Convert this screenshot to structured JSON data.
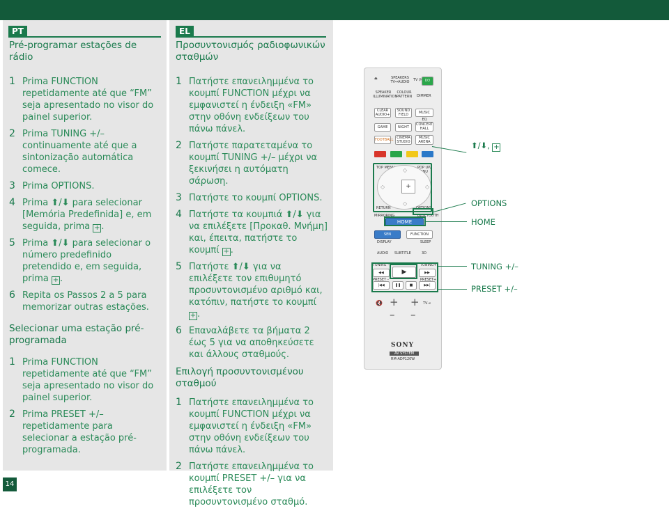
{
  "page_number": "14",
  "pt": {
    "lang": "PT",
    "title": "Pré-programar estações de rádio",
    "steps": [
      {
        "n": "1",
        "t": "Prima FUNCTION repetidamente até que “FM” seja apresentado no visor do painel superior."
      },
      {
        "n": "2",
        "t": "Prima TUNING +/– continuamente até que a sintonização automática comece."
      },
      {
        "n": "3",
        "t": "Prima OPTIONS."
      },
      {
        "n": "4",
        "t": "Prima ⬆/⬇ para selecionar [Memória Predefinida] e, em seguida, prima",
        "key": "+"
      },
      {
        "n": "5",
        "t": "Prima ⬆/⬇ para selecionar o número predefinido pretendido e, em seguida, prima",
        "key": "+"
      },
      {
        "n": "6",
        "t": "Repita os Passos 2 a 5 para memorizar outras estações."
      }
    ],
    "section2_title": "Selecionar uma estação pré-programada",
    "steps2": [
      {
        "n": "1",
        "t": "Prima FUNCTION repetidamente até que “FM” seja apresentado no visor do painel superior."
      },
      {
        "n": "2",
        "t": "Prima PRESET +/– repetidamente para selecionar a estação pré-programada."
      }
    ]
  },
  "el": {
    "lang": "EL",
    "title": "Προσυντονισμός ραδιοφωνικών σταθμών",
    "steps": [
      {
        "n": "1",
        "t": "Πατήστε επανειλημμένα το κουμπί FUNCTION μέχρι να εμφανιστεί η ένδειξη «FM» στην οθόνη ενδείξεων του πάνω πάνελ."
      },
      {
        "n": "2",
        "t": "Πατήστε παρατεταμένα το κουμπί TUNING +/– μέχρι να ξεκινήσει η αυτόματη σάρωση."
      },
      {
        "n": "3",
        "t": "Πατήστε το κουμπί OPTIONS."
      },
      {
        "n": "4",
        "t": "Πατήστε τα κουμπιά ⬆/⬇ για να επιλέξετε [Προκαθ. Μνήμη] και, έπειτα, πατήστε το κουμπί",
        "key": "+"
      },
      {
        "n": "5",
        "t": "Πατήστε ⬆/⬇ για να επιλέξετε τον επιθυμητό προσυντονισμένο αριθμό και, κατόπιν, πατήστε το κουμπί",
        "key": "+"
      },
      {
        "n": "6",
        "t": "Επαναλάβετε τα βήματα 2 έως 5 για να αποθηκεύσετε και άλλους σταθμούς."
      }
    ],
    "section2_title": "Επιλογή προσυντονισμένου σταθμού",
    "steps2": [
      {
        "n": "1",
        "t": "Πατήστε επανειλημμένα το κουμπί FUNCTION μέχρι να εμφανιστεί η ένδειξη «FM» στην οθόνη ενδείξεων του πάνω πάνελ."
      },
      {
        "n": "2",
        "t": "Πατήστε επανειλημμένα το κουμπί PRESET +/– για να επιλέξετε τον προσυντονισμένο σταθμό."
      }
    ]
  },
  "callouts": {
    "arrows": "⬆/⬇,",
    "arrows_key": "+",
    "options": "OPTIONS",
    "home": "HOME",
    "tuning": "TUNING +/–",
    "preset": "PRESET +/–"
  },
  "remote": {
    "speakers": "SPEAKERS TV↔AUDIO",
    "tv_power": "TV I/⏻",
    "power": "I/⏻",
    "speaker_illum": "SPEAKER ILLUMINATION",
    "colour_pattern": "COLOUR PATTERN",
    "dimmer": "DIMMER",
    "clear_audio": "CLEAR AUDIO+",
    "sound_field": "SOUND FIELD",
    "music_eq": "MUSIC EQ",
    "game": "GAME",
    "night": "NIGHT",
    "concert_hall": "CONCERT HALL",
    "football": "FOOTBALL",
    "cinema_studio": "CINEMA STUDIO",
    "music_arena": "MUSIC ARENA",
    "top_menu": "TOP MENU",
    "popup_menu": "POP UP/ MENU",
    "return": "RETURN",
    "options": "OPTIONS",
    "mirroring": "MIRRORING",
    "bluetooth": "BLUETOOTH",
    "home": "HOME",
    "sen": "SEN",
    "function": "FUNCTION",
    "display": "DISPLAY",
    "sleep": "SLEEP",
    "audio": "AUDIO",
    "subtitle": "SUBTITLE",
    "3d": "3D",
    "tuning_minus": "TUNING –",
    "tuning_plus": "TUNING+",
    "preset_minus": "PRESET –",
    "preset_plus": "PRESET+",
    "rew": "◀◀",
    "play": "▶",
    "ff": "▶▶",
    "prev": "|◀◀",
    "pause": "❚❚",
    "stop": "■",
    "next": "▶▶|",
    "tv_input": "TV⇥",
    "brand": "SONY",
    "av_system": "AV SYSTEM",
    "model": "RM-ADP120W",
    "colors": {
      "red": "#d8352a",
      "green": "#2aa64a",
      "yellow": "#f2c81a",
      "blue": "#2a78c8",
      "home_btn": "#3a7cc8",
      "sen_btn": "#3a7cc8",
      "power_btn": "#2aa64a"
    }
  }
}
